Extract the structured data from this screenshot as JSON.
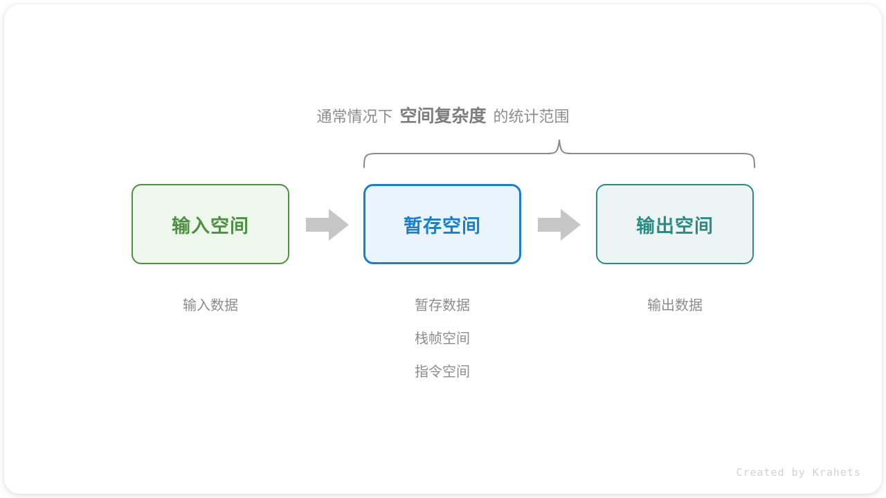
{
  "canvas": {
    "background": "#ffffff",
    "card_background": "#ffffff"
  },
  "caption": {
    "prefix": "通常情况下",
    "emphasis": "空间复杂度",
    "suffix": "的统计范围",
    "color": "#8c8c8c"
  },
  "brace": {
    "name": "curly-brace",
    "color": "#8a8a8a",
    "spans_boxes": [
      "暂存空间",
      "输出空间"
    ]
  },
  "boxes": [
    {
      "label": "输入空间",
      "fill": "#eef7ec",
      "border": "#4e8f43",
      "text_color": "#4e8f43"
    },
    {
      "label": "暂存空间",
      "fill": "#e9f4fd",
      "border": "#1a7ecb",
      "text_color": "#1a7ecb"
    },
    {
      "label": "输出空间",
      "fill": "#edf5f4",
      "border": "#2d8a83",
      "text_color": "#2d8a83"
    }
  ],
  "arrows": [
    {
      "name": "arrow-input-to-temp",
      "color": "#c6c6c6"
    },
    {
      "name": "arrow-temp-to-output",
      "color": "#c6c6c6"
    }
  ],
  "labels": {
    "input": [
      "输入数据"
    ],
    "temp": [
      "暂存数据",
      "栈帧空间",
      "指令空间"
    ],
    "output": [
      "输出数据"
    ],
    "color": "#8c8c8c"
  },
  "credit": {
    "text": "Created by Krahets",
    "color": "#d2d2d2"
  }
}
